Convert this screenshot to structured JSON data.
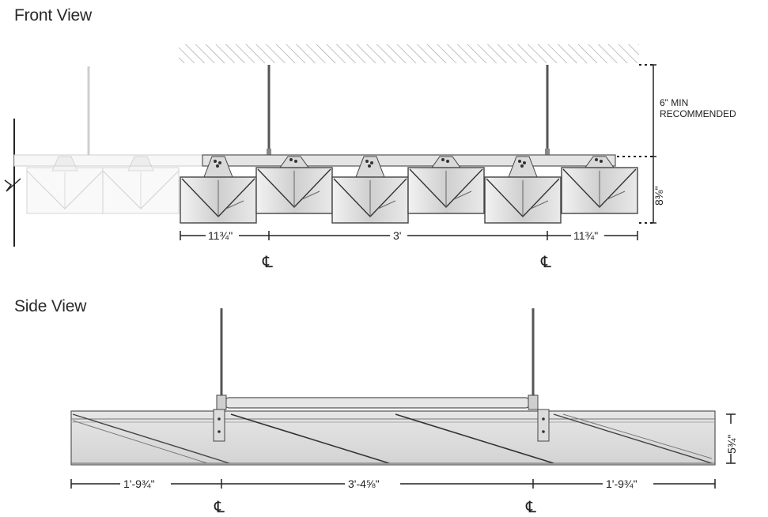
{
  "front_view": {
    "title": "Front View",
    "dims": {
      "left": "11¾\"",
      "center": "3'",
      "right": "11¾\"",
      "height": "8⅜\""
    },
    "note_line1": "6\" MIN",
    "note_line2": "RECOMMENDED",
    "centerline": "℄"
  },
  "side_view": {
    "title": "Side View",
    "dims": {
      "left": "1'-9¾\"",
      "center": "3'-4⅝\"",
      "right": "1'-9¾\"",
      "height": "5¾\""
    },
    "centerline": "℄"
  }
}
